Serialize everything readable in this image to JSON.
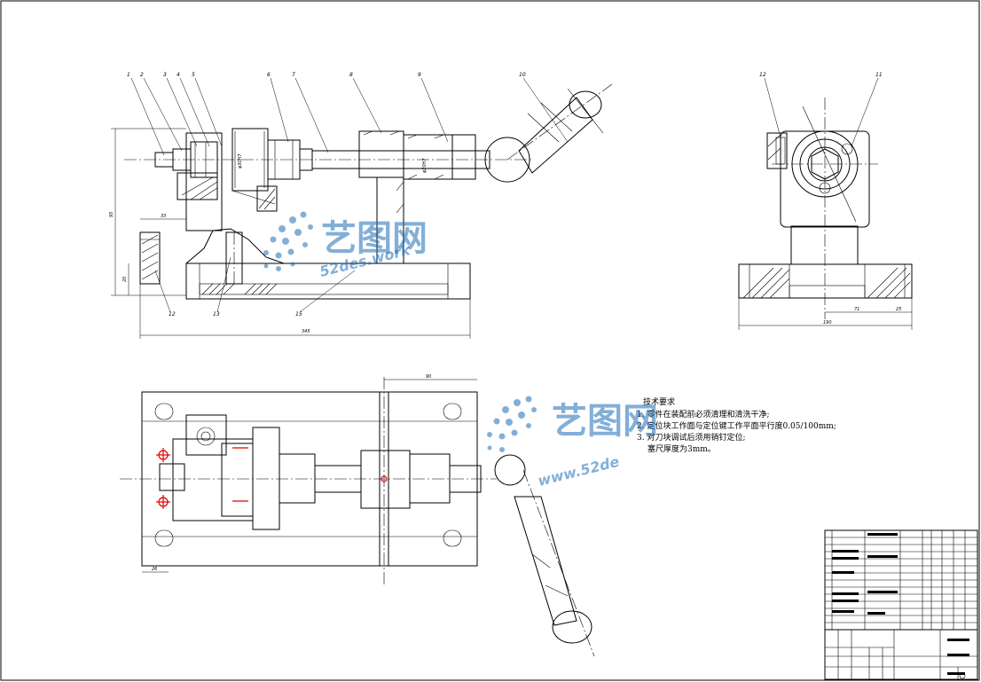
{
  "watermark": {
    "brand": "艺图网",
    "url": "52des.work",
    "url_partial": "www.52de"
  },
  "balloons": {
    "front": [
      "1",
      "2",
      "3",
      "4",
      "5",
      "6",
      "7",
      "8",
      "9",
      "10"
    ],
    "bottom": [
      "12",
      "13",
      "15"
    ],
    "side": [
      "12",
      "11"
    ]
  },
  "dimensions": {
    "height_total": "95",
    "height_base": "20",
    "width_small": "33",
    "length_total": "345",
    "side_half": "71",
    "side_offset": "25",
    "side_width": "190",
    "plan_edge": "26",
    "plan_slot": "90"
  },
  "technical_requirements": {
    "title": "技术要求",
    "items": [
      "1. 零件在装配前必须清理和清洗干净;",
      "2. 定位块工作面与定位键工作平面平行度0.05/100mm;",
      "3. 对刀块调试后须用销钉定位;",
      "塞尺厚度为3mm。"
    ]
  },
  "colors": {
    "line": "#000000",
    "highlight": "#e00000",
    "watermark": "#1f6fb8"
  }
}
